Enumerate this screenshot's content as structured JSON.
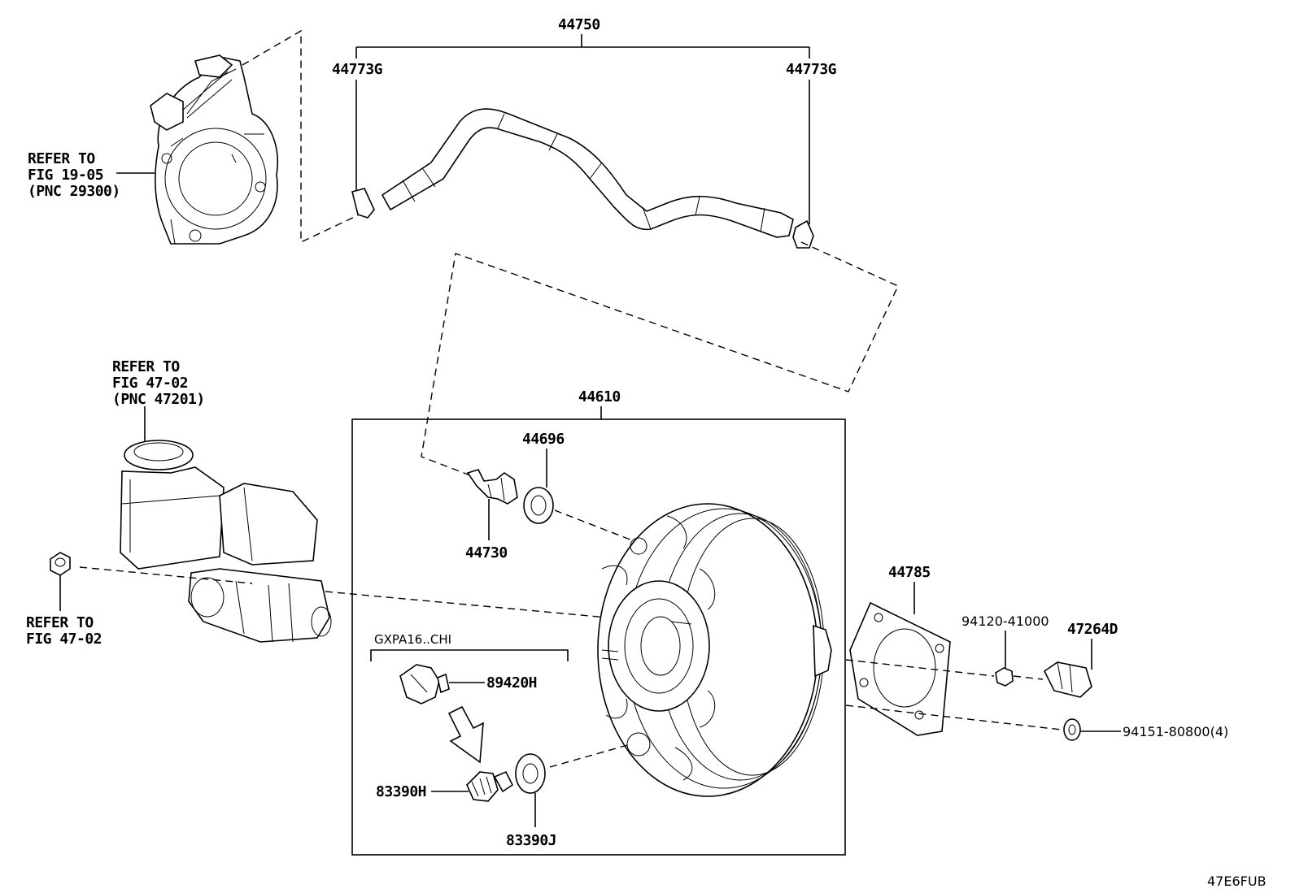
{
  "labels": {
    "hose_assembly": "44750",
    "hose_clip_left": "44773G",
    "hose_clip_right": "44773G",
    "refer_pump": [
      "REFER TO",
      "FIG 19-05",
      "(PNC 29300)"
    ],
    "refer_reservoir": [
      "REFER TO",
      "FIG 47-02",
      "(PNC 47201)"
    ],
    "refer_nut": [
      "REFER TO",
      "FIG 47-02"
    ],
    "booster_assembly": "44610",
    "grommet": "44696",
    "check_valve": "44730",
    "gasket": "44785",
    "nut": "94120-41000",
    "clevis": "47264D",
    "washer": "94151-80800(4)",
    "model_group": "GXPA16..CHI",
    "sensor": "89420H",
    "sensor_alt": "83390H",
    "sensor_grommet": "83390J",
    "diagram_code": "47E6FUB"
  }
}
